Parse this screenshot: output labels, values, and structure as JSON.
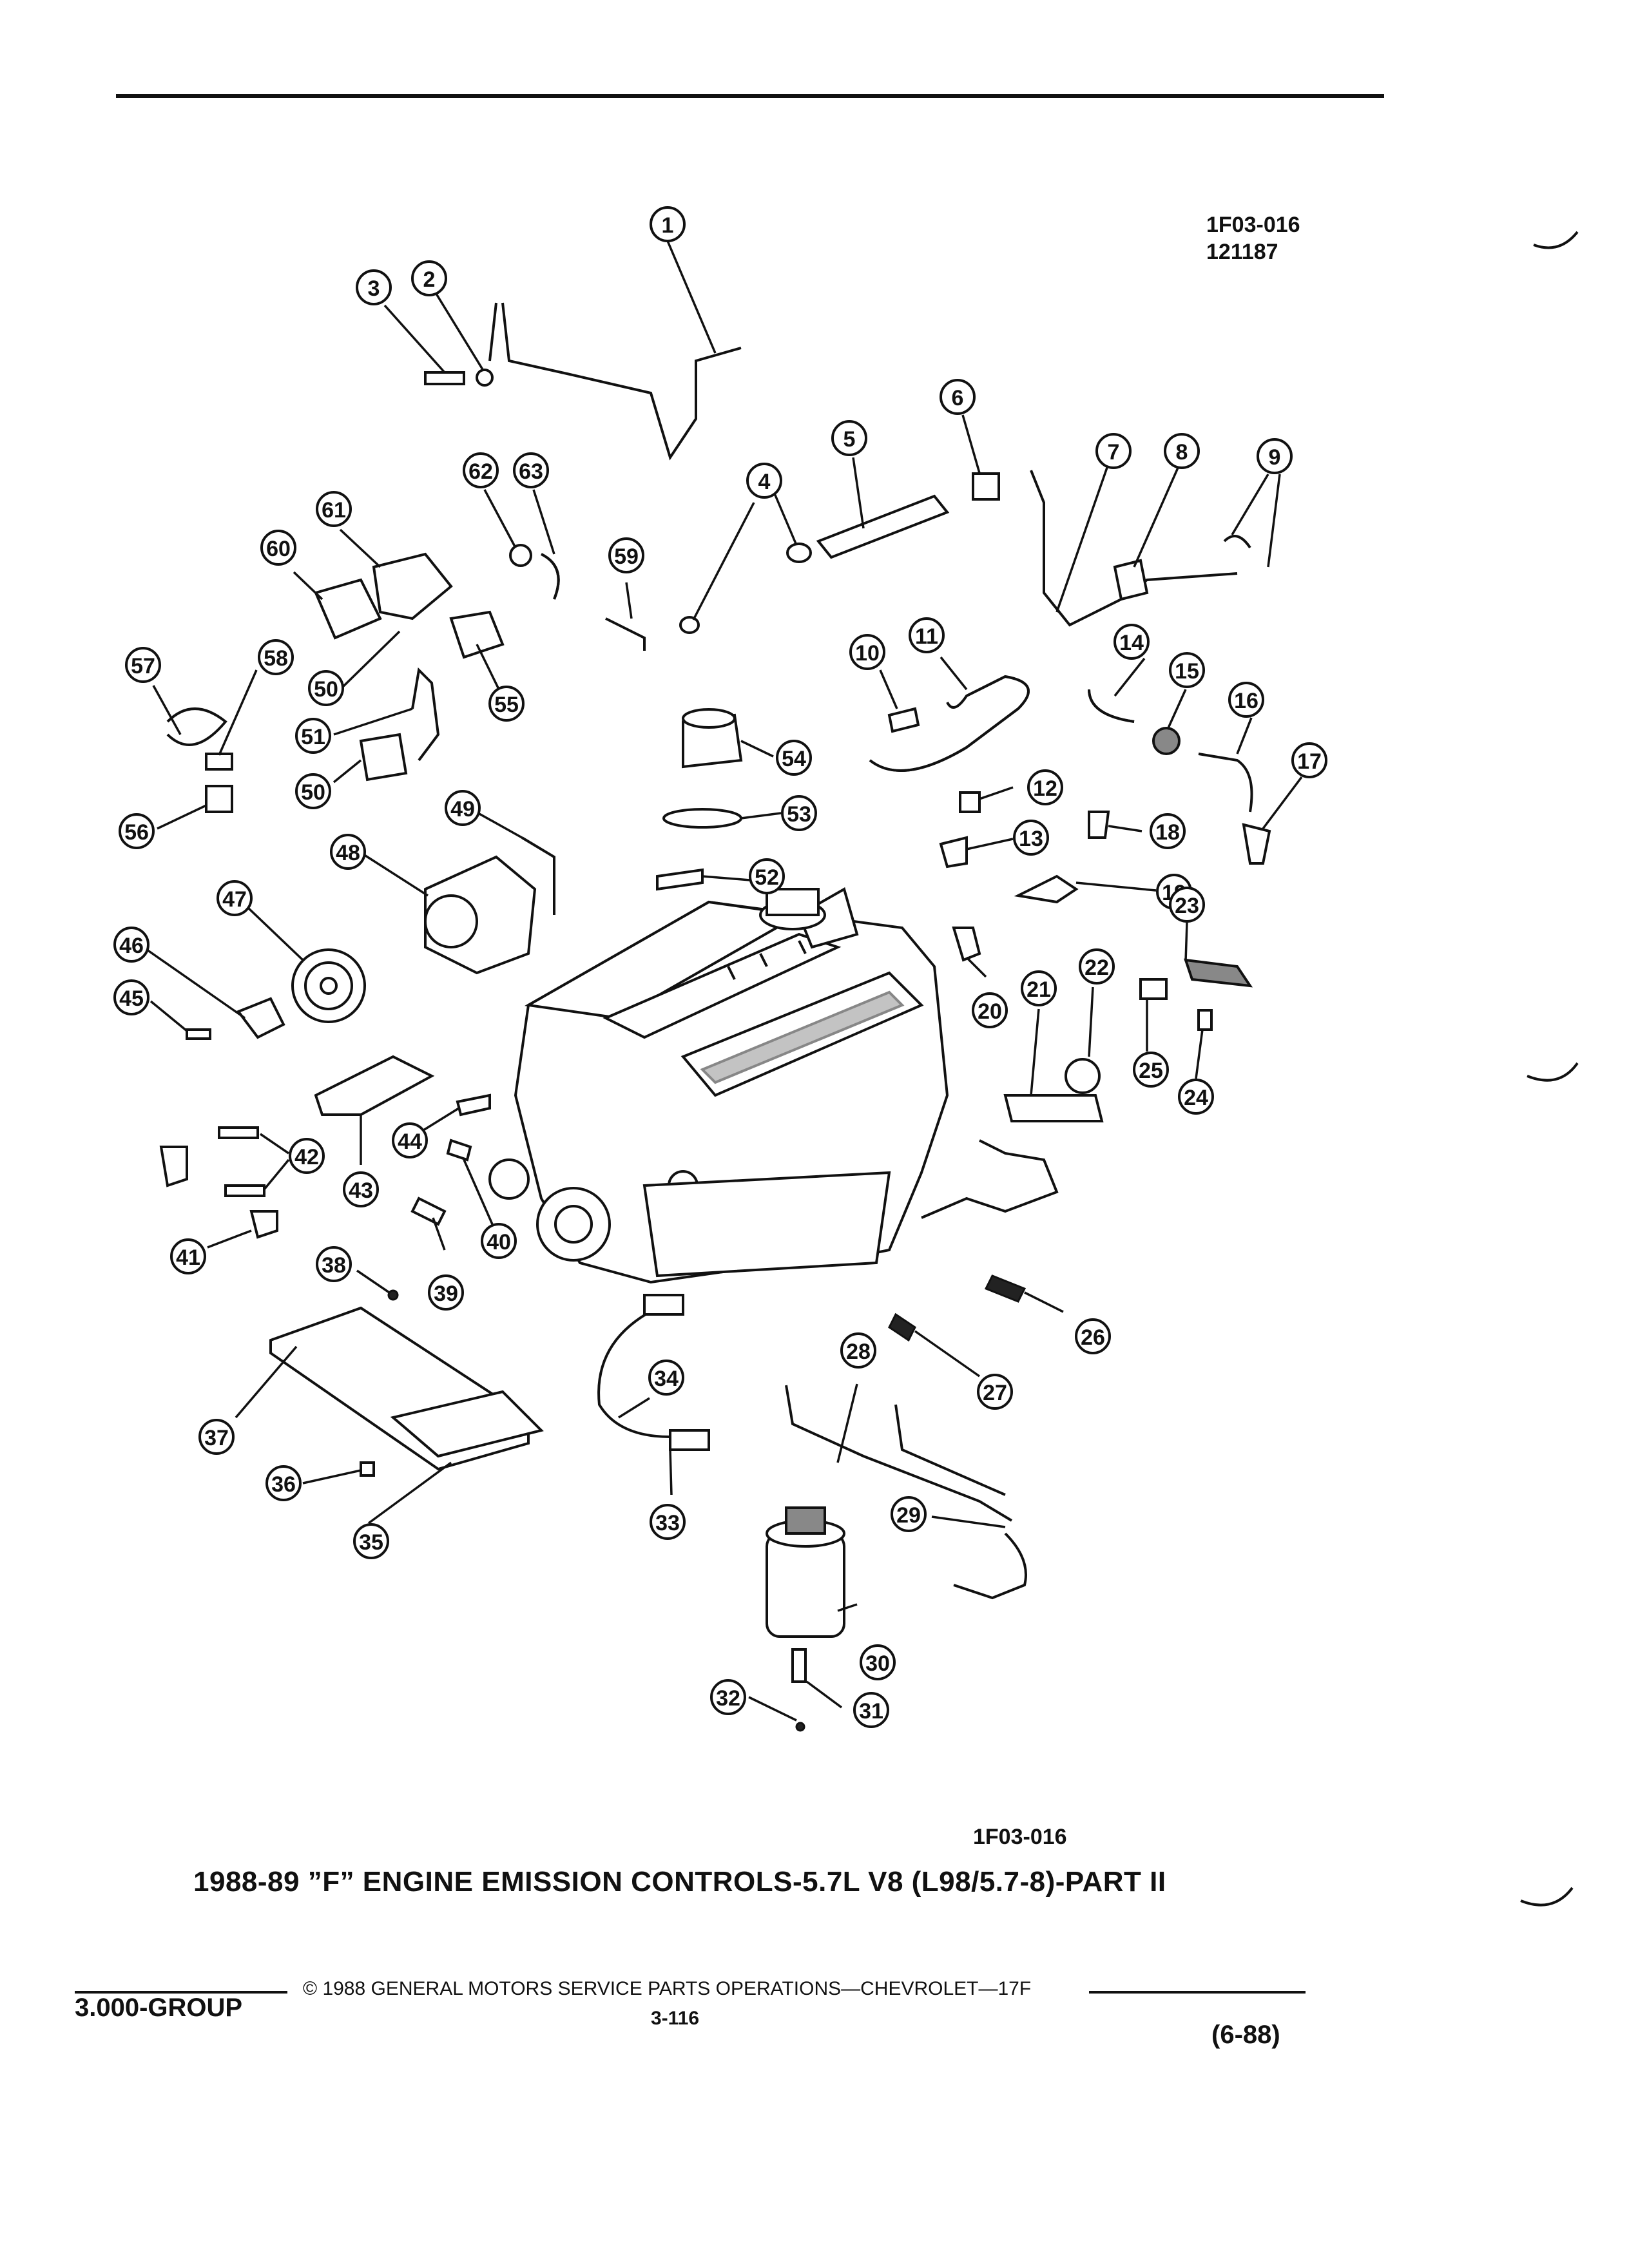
{
  "header": {
    "figure_code": "1F03-016",
    "figure_date": "121187"
  },
  "figure": {
    "code_bottom": "1F03-016",
    "title": "1988-89 ”F” ENGINE EMISSION CONTROLS-5.7L V8 (L98/5.7-8)-PART II"
  },
  "callouts": [
    "1",
    "2",
    "3",
    "4",
    "5",
    "6",
    "7",
    "8",
    "9",
    "10",
    "11",
    "12",
    "13",
    "14",
    "15",
    "16",
    "17",
    "18",
    "19",
    "20",
    "21",
    "22",
    "23",
    "24",
    "25",
    "26",
    "27",
    "28",
    "29",
    "30",
    "31",
    "32",
    "33",
    "34",
    "35",
    "36",
    "37",
    "38",
    "39",
    "40",
    "41",
    "42",
    "43",
    "44",
    "45",
    "46",
    "47",
    "48",
    "49",
    "50",
    "51",
    "52",
    "53",
    "54",
    "55",
    "56",
    "57",
    "58",
    "59",
    "60",
    "61",
    "62",
    "63"
  ],
  "footer": {
    "group": "3.000-GROUP",
    "copyright": "©  1988  GENERAL MOTORS SERVICE PARTS OPERATIONS—CHEVROLET—17F",
    "page": "3-116",
    "revision": "(6-88)"
  }
}
